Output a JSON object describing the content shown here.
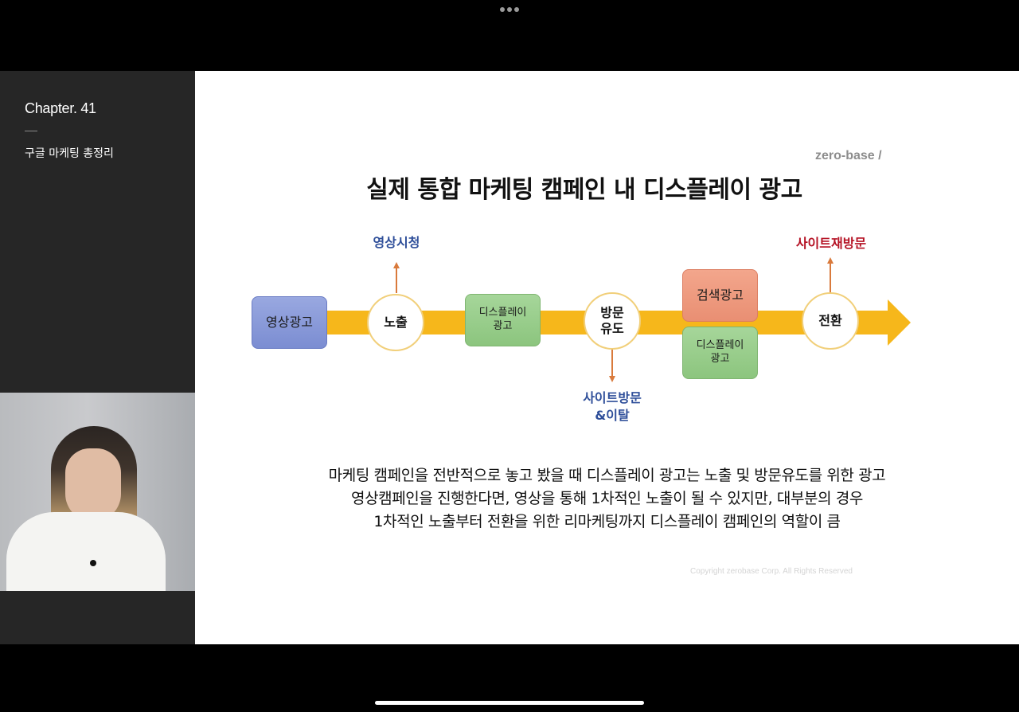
{
  "top_bar": {
    "more_icon": "ellipsis-icon"
  },
  "sidebar": {
    "chapter": "Chapter. 41",
    "subtitle": "구글 마케팅 총정리"
  },
  "webcam": {
    "description": "presenter video feed"
  },
  "slide": {
    "brand": "zero-base /",
    "title": "실제 통합 마케팅 캠페인 내 디스플레이 광고",
    "diagram": {
      "nodes": [
        {
          "id": "video-ad",
          "type": "box",
          "color": "#8a9ad9",
          "text": "영상광고"
        },
        {
          "id": "exposure",
          "type": "circle",
          "text": "노출"
        },
        {
          "id": "display-ad-1",
          "type": "box",
          "color": "#98cd8b",
          "text": "디스플레이\n광고"
        },
        {
          "id": "visit-induce",
          "type": "circle",
          "text": "방문\n유도"
        },
        {
          "id": "search-ad",
          "type": "box",
          "color": "#ee9a7e",
          "text": "검색광고"
        },
        {
          "id": "display-ad-2",
          "type": "box",
          "color": "#98cd8b",
          "text": "디스플레이\n광고"
        },
        {
          "id": "conversion",
          "type": "circle",
          "text": "전환"
        }
      ],
      "labels": {
        "video_view": "영상시청",
        "site_visit": "사이트방문\n&이탈",
        "site_revisit": "사이트재방문"
      },
      "colors": {
        "flow_arrow": "#f6b71b",
        "connector": "#d97a3c",
        "label_blue": "#2f4f9a",
        "label_red": "#b51224"
      }
    },
    "body_lines": [
      "마케팅 캠페인을 전반적으로 놓고 봤을 때 디스플레이 광고는 노출 및 방문유도를 위한 광고",
      "영상캠페인을 진행한다면, 영상을 통해 1차적인 노출이 될 수 있지만, 대부분의 경우",
      "1차적인 노출부터 전환을 위한 리마케팅까지 디스플레이 캠페인의 역할이 큼"
    ],
    "copyright": "Copyright zerobase Corp. All Rights Reserved"
  }
}
